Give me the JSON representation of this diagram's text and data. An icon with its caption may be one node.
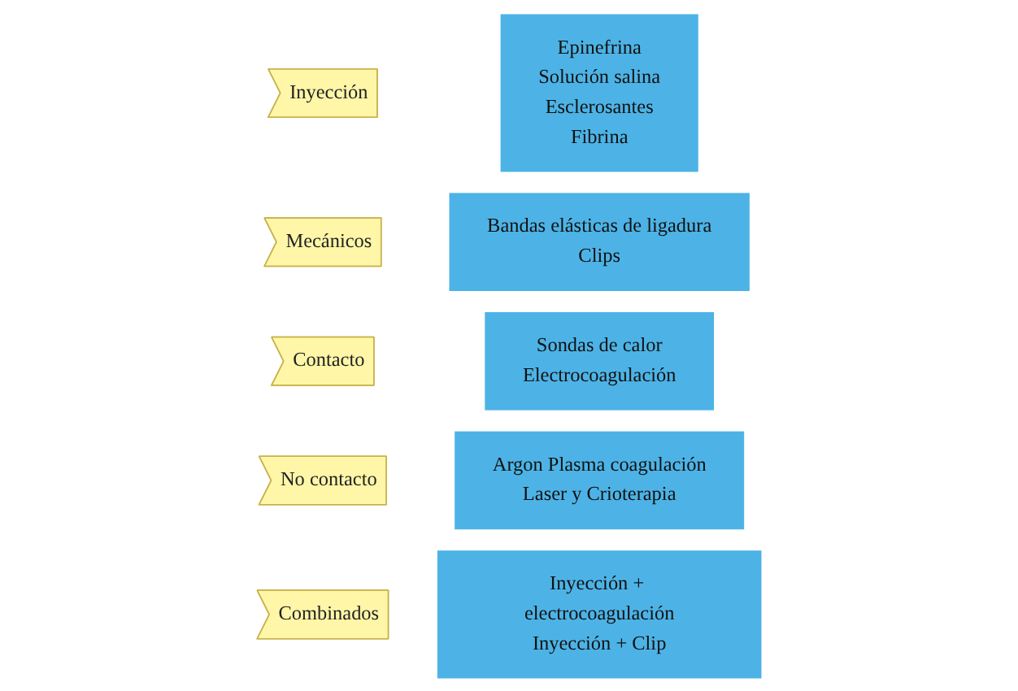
{
  "diagram": {
    "nodes": [
      {
        "text": [
          "Inyección"
        ]
      },
      {
        "text": [
          "Epinefrina",
          "Solución salina",
          "Esclerosantes",
          "Fibrina"
        ]
      },
      {
        "text": [
          "Mecánicos"
        ]
      },
      {
        "text": [
          "Bandas elásticas de ligadura",
          "Clips"
        ]
      },
      {
        "text": [
          "Contacto"
        ]
      },
      {
        "text": [
          "Sondas de calor",
          "Electrocoagulación"
        ]
      },
      {
        "text": [
          "No contacto"
        ]
      },
      {
        "text": [
          "Argon Plasma coagulación",
          "Laser y Crioterapia"
        ]
      },
      {
        "text": [
          "Combinados"
        ]
      },
      {
        "text": [
          "Inyección + electrocoagulación",
          "Inyección + Clip"
        ]
      }
    ],
    "edges": []
  }
}
